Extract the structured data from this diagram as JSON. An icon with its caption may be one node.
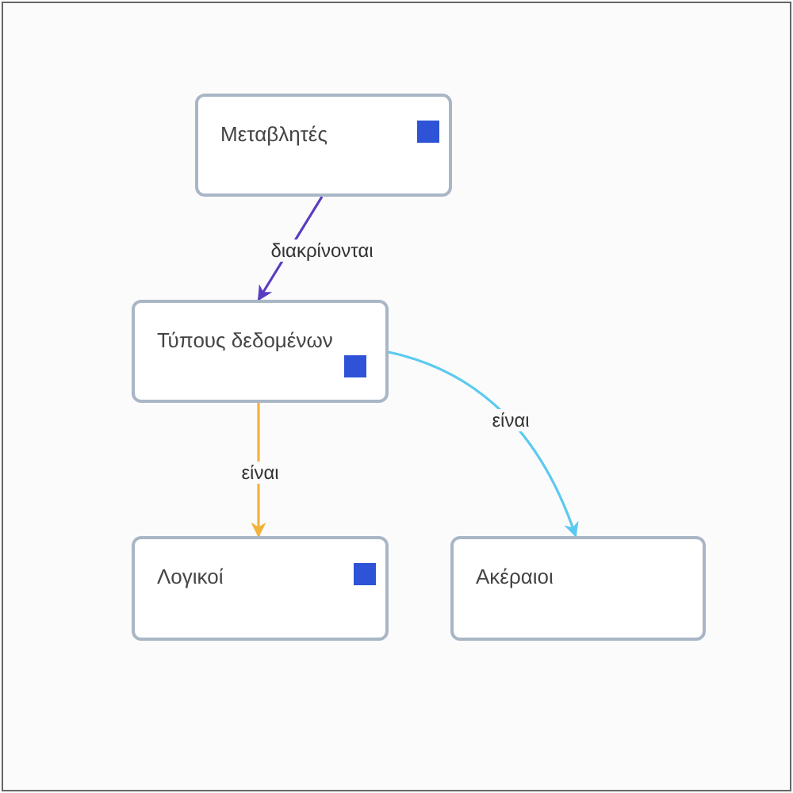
{
  "diagram": {
    "nodes": [
      {
        "text": [
          "Μεταβλητές"
        ]
      },
      {
        "text": [
          "Τύπους δεδομένων"
        ]
      },
      {
        "text": [
          "Λογικοί"
        ]
      },
      {
        "text": [
          "Ακέραιοι"
        ]
      }
    ],
    "edges": [
      {
        "from": 0,
        "to": 1,
        "arrow": "to",
        "label": "διακρίνονται",
        "color": "#5a3dc0"
      },
      {
        "from": 1,
        "to": 2,
        "arrow": "to",
        "label": "είναι",
        "color": "#f5b23a"
      },
      {
        "from": 1,
        "to": 3,
        "arrow": "to",
        "label": "είναι",
        "color": "#5ccaf0"
      }
    ]
  }
}
